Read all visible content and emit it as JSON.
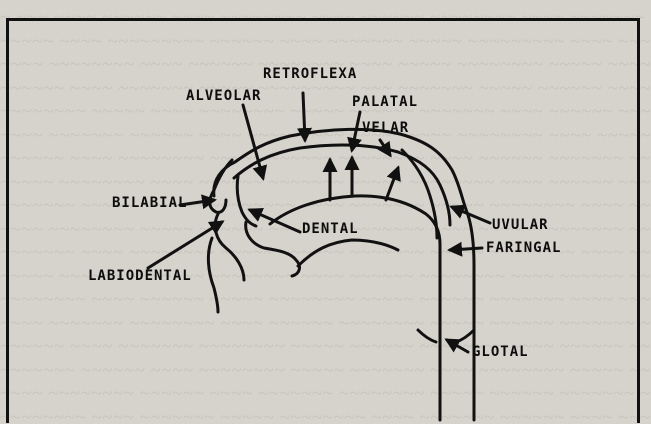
{
  "labels": {
    "retroflexa": "RETROFLEXA",
    "alveolar": "ALVEOLAR",
    "palatal": "PALATAL",
    "velar": "VELAR",
    "bilabial": "BILABIAL",
    "dental": "DENTAL",
    "uvular": "UVULAR",
    "faringal": "FARINGAL",
    "labiodental": "LABIODENTAL",
    "glotal": "GLOTAL"
  }
}
